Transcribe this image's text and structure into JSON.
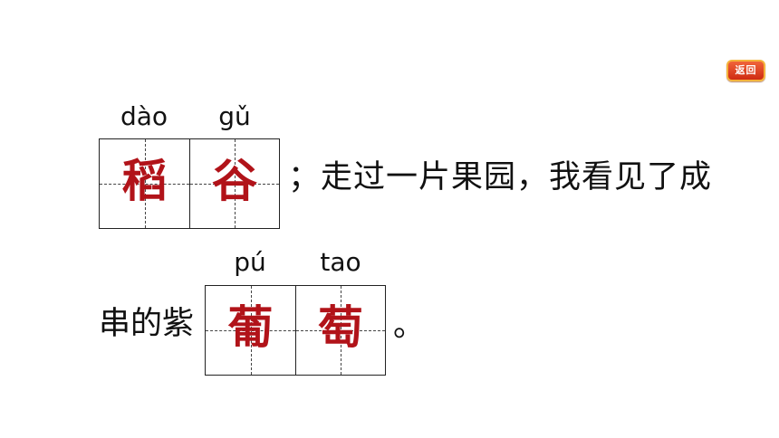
{
  "header": {
    "return_button_label": "返回"
  },
  "line1": {
    "boxes": [
      {
        "pinyin": "dào",
        "char": "稻"
      },
      {
        "pinyin": "gǔ",
        "char": "谷"
      }
    ],
    "text_after": "；走过一片果园，我看见了成"
  },
  "line2": {
    "text_before": "串的紫",
    "boxes": [
      {
        "pinyin": "pú",
        "char": "葡"
      },
      {
        "pinyin": "tao",
        "char": "萄"
      }
    ],
    "text_after": "。"
  },
  "colors": {
    "answer_character": "#b11319",
    "return_button": "#e0471f",
    "return_button_border": "#f4b43c",
    "text": "#111111",
    "background": "#ffffff"
  }
}
